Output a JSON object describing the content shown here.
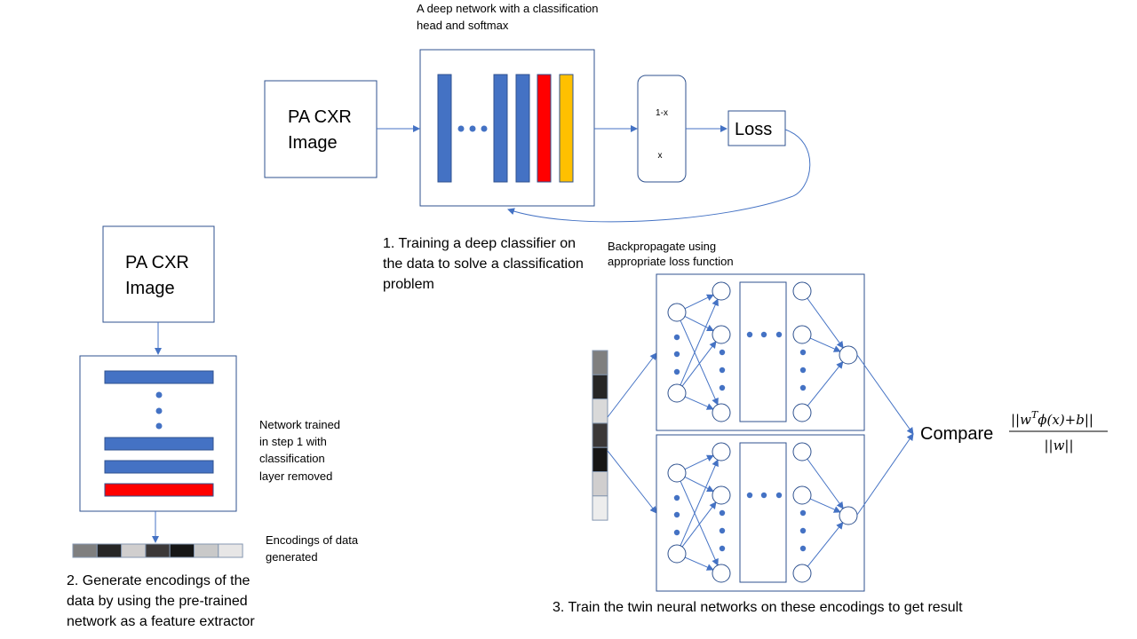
{
  "colors": {
    "blue": "#4472C4",
    "red": "#FF0000",
    "yellow": "#FFC000",
    "line": "#4472C4",
    "dark_gray": "#404040"
  },
  "step1": {
    "input_label": [
      "PA CXR",
      "Image"
    ],
    "network_caption": [
      "A deep network with a classification",
      "head and softmax"
    ],
    "softmax_top": "1-x",
    "softmax_bottom": "x",
    "loss_label": "Loss",
    "step_caption": [
      "1. Training a deep classifier on",
      "the data to solve a classification",
      "problem"
    ],
    "backprop_caption": [
      "Backpropagate using",
      "appropriate loss function"
    ]
  },
  "step2": {
    "input_label": [
      "PA CXR",
      "Image"
    ],
    "network_caption": [
      "Network trained",
      "in step 1 with",
      "classification",
      "layer removed"
    ],
    "encodings_caption": [
      "Encodings of data",
      "generated"
    ],
    "step_caption": [
      "2. Generate encodings of the",
      "data by using the pre-trained",
      "network as a feature extractor"
    ]
  },
  "step3": {
    "compare_label": "Compare",
    "formula_numerator": "||w",
    "formula_superscript": "T",
    "formula_numerator_rest": "ϕ(x)+b||",
    "formula_denominator": "||w||",
    "step_caption": "3. Train the twin neural networks on these encodings to get result"
  },
  "encoding_cells": [
    "#7F7F7F",
    "#262626",
    "#D0CECE",
    "#3B3838",
    "#161616",
    "#C9C9C9",
    "#E7E6E6"
  ],
  "encoding_cells_vertical": [
    "#7F7F7F",
    "#262626",
    "#D9D9D9",
    "#3B3838",
    "#161616",
    "#D0CECE",
    "#EDEDED"
  ]
}
